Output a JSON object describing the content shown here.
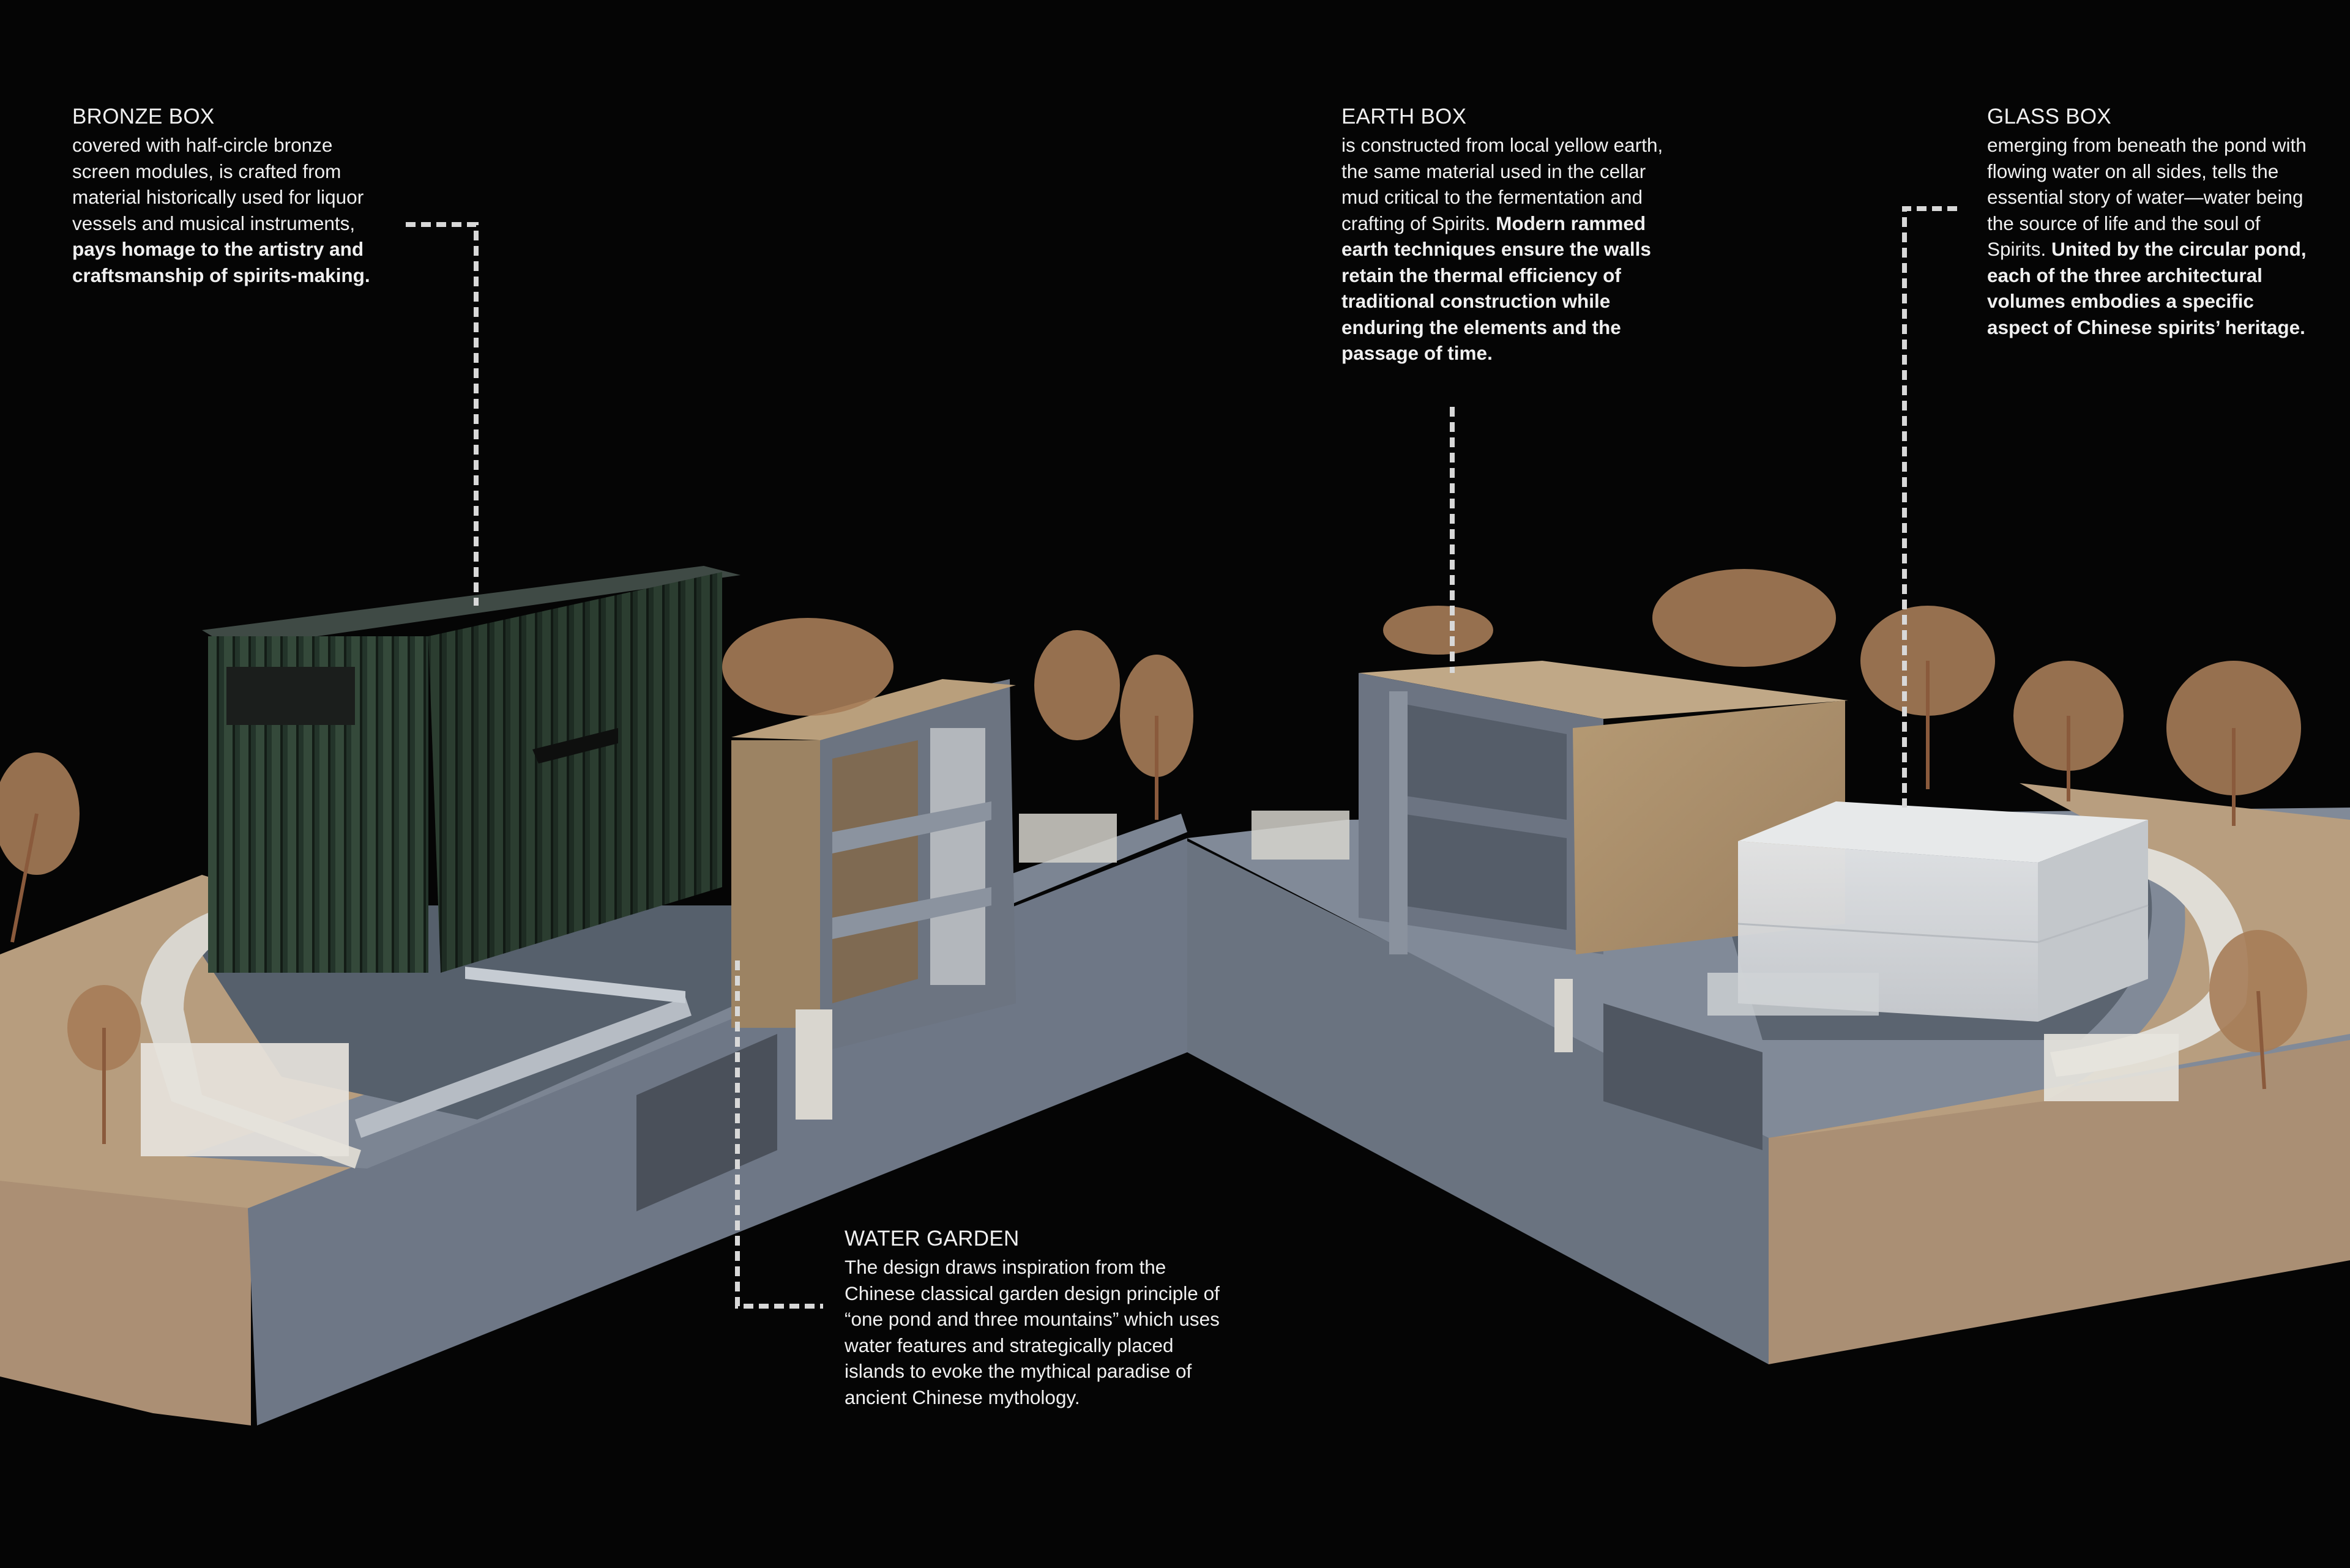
{
  "annotations": {
    "bronze_box": {
      "title": "BRONZE BOX",
      "body_regular": "covered with half-circle bronze screen modules, is crafted from material historically used for liquor vessels and musical instruments, ",
      "body_bold": "pays homage to the artistry and craftsmanship of spirits-making."
    },
    "earth_box": {
      "title": "EARTH BOX",
      "body_regular": "is constructed from local yellow earth, the same material used in the cellar mud critical to the fermentation and crafting of Spirits. ",
      "body_bold": "Modern rammed earth techniques ensure the walls retain the thermal efficiency of traditional construction while enduring the elements and the passage of time."
    },
    "glass_box": {
      "title": "GLASS BOX",
      "body_regular": "emerging from beneath the pond with flowing water on all sides, tells the essential story of water—water being the source of life and the soul of Spirits. ",
      "body_bold": "United by the circular pond, each of the three architectural volumes embodies a specific aspect of Chinese spirits’ heritage."
    },
    "water_garden": {
      "title": "WATER GARDEN",
      "body_regular": "The design draws inspiration from the Chinese classical garden design principle of “one pond and three mountains” which uses water features and strategically placed islands to evoke the mythical paradise of ancient Chinese mythology.",
      "body_bold": ""
    }
  },
  "colors": {
    "background": "#050505",
    "bronze_cladding": "#2a3a2c",
    "rammed_earth": "#a88c66",
    "glass": "#d9dcde",
    "base_grey": "#6f7885",
    "site_tan": "#b49a7c",
    "tree": "#a67c58",
    "leader_line": "#d8d8d8"
  }
}
